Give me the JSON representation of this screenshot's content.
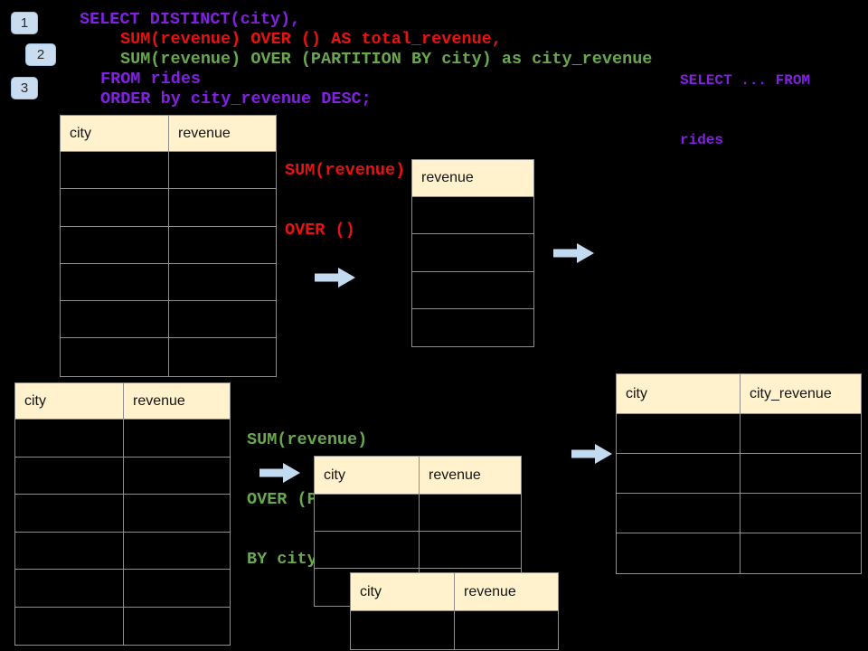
{
  "colors": {
    "purple": "#8221E2",
    "red": "#E81212",
    "green": "#6AA84F",
    "header_bg": "#FFF2CC",
    "border": "#8F8F8F",
    "arrow": "#C3DBF0",
    "badge_bg": "#C9DCF0",
    "badge_border": "#9FBEDC"
  },
  "step_badges": [
    {
      "label": "1"
    },
    {
      "label": "2"
    },
    {
      "label": "3"
    }
  ],
  "sql_code": {
    "lines": [
      {
        "text": "SELECT DISTINCT(city),",
        "color": "purple"
      },
      {
        "text": "SUM(revenue) OVER () AS total_revenue,",
        "color": "red"
      },
      {
        "text": "SUM(revenue) OVER (PARTITION BY city) as city_revenue",
        "color": "green"
      },
      {
        "text": "FROM rides",
        "color": "purple"
      },
      {
        "text": "ORDER by city_revenue DESC;",
        "color": "purple"
      }
    ]
  },
  "side_note": {
    "color": "purple",
    "lines": [
      {
        "text": "SELECT ... FROM"
      },
      {
        "text": "rides"
      }
    ]
  },
  "annotation_total_revenue": {
    "color": "red",
    "lines": [
      {
        "text": "SUM(revenue)"
      },
      {
        "text": "OVER ()"
      }
    ]
  },
  "annotation_partition": {
    "color": "green",
    "lines": [
      {
        "text": "SUM(revenue)"
      },
      {
        "text": "OVER (PARTITION"
      },
      {
        "text": "BY city)"
      }
    ]
  },
  "tables": {
    "source_top": {
      "headers": [
        "city",
        "revenue"
      ],
      "empty_rows": 6
    },
    "total_revenue_result": {
      "headers": [
        "revenue"
      ],
      "empty_rows": 4
    },
    "source_bottom": {
      "headers": [
        "city",
        "revenue"
      ],
      "empty_rows": 6
    },
    "partition_step": {
      "headers": [
        "city",
        "revenue"
      ],
      "empty_rows": 3
    },
    "partition_step_overlay": {
      "headers": [
        "city",
        "revenue"
      ],
      "empty_rows": 1
    },
    "city_revenue_result": {
      "headers": [
        "city",
        "city_revenue"
      ],
      "empty_rows": 4
    }
  },
  "icons": {
    "arrow": "block-arrow-right"
  }
}
